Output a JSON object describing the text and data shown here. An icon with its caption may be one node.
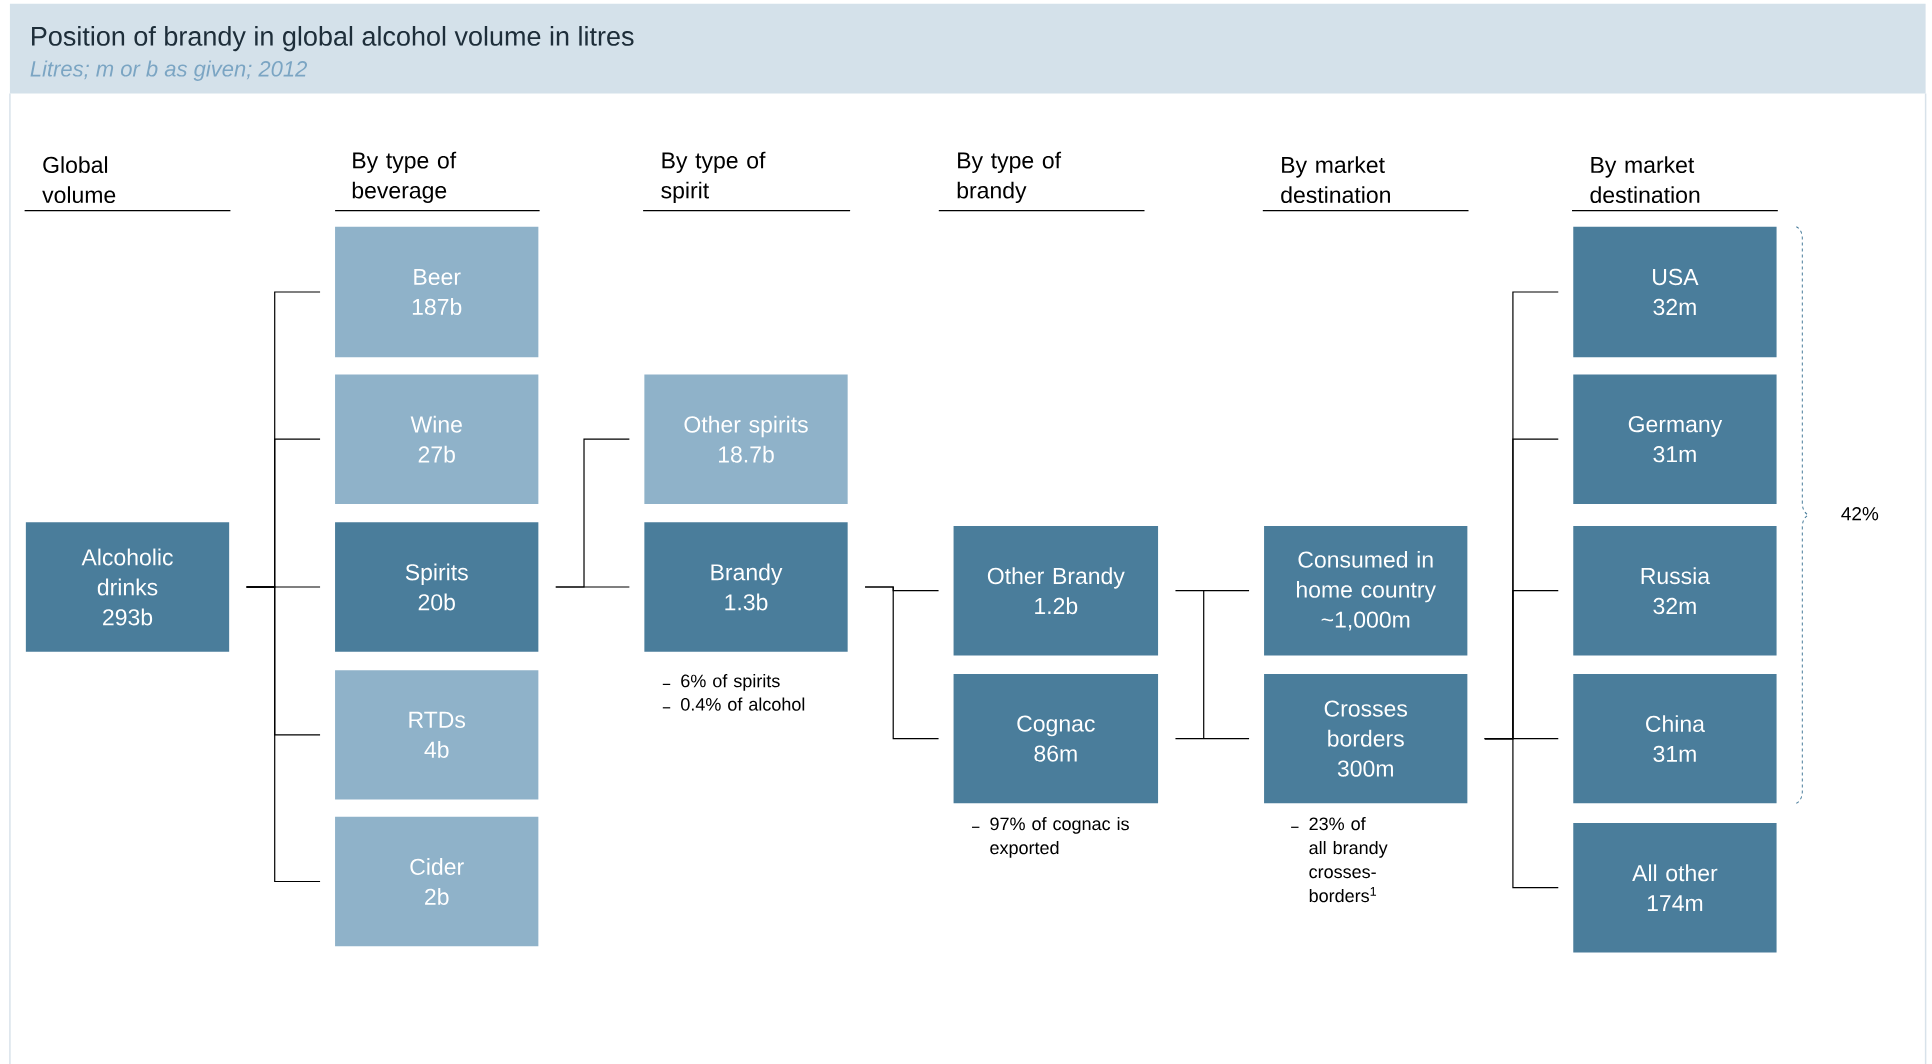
{
  "diagram": {
    "title": "Position of brandy in global alcohol volume in litres",
    "caption": "Litres; m or b as given; 2012",
    "nodes": [
      {
        "text": [
          "Alcoholic drinks",
          "293b"
        ]
      },
      {
        "text": [
          "Beer",
          "187b"
        ]
      },
      {
        "text": [
          "Wine",
          "27b"
        ]
      },
      {
        "text": [
          "Spirits",
          "20b"
        ]
      },
      {
        "text": [
          "RTDs",
          "4b"
        ]
      },
      {
        "text": [
          "Cider",
          "2b"
        ]
      },
      {
        "text": [
          "Other spirits",
          "18.7b"
        ]
      },
      {
        "text": [
          "Brandy",
          "1.3b"
        ],
        "beside": [
          "6% of spirits",
          "0.4% of alcohol"
        ]
      },
      {
        "text": [
          "Other Brandy",
          "1.2b"
        ]
      },
      {
        "text": [
          "Cognac",
          "86m"
        ],
        "beside": [
          "97% of cognac is exported"
        ]
      },
      {
        "text": [
          "Consumed in home country",
          "~1,000m"
        ]
      },
      {
        "text": [
          "Crosses borders",
          "300m"
        ],
        "beside": [
          "23% of all brandy crosses-borders$^{1}$"
        ]
      },
      {
        "text": [
          "USA",
          "32m"
        ]
      },
      {
        "text": [
          "Germany",
          "31m"
        ]
      },
      {
        "text": [
          "Russia",
          "32m"
        ]
      },
      {
        "text": [
          "China",
          "31m"
        ]
      },
      {
        "text": [
          "All other",
          "174m"
        ]
      }
    ],
    "edges": [
      {
        "from": 0,
        "to": 1,
        "arrow": "none"
      },
      {
        "from": 0,
        "to": 2,
        "arrow": "none"
      },
      {
        "from": 0,
        "to": 3,
        "arrow": "none"
      },
      {
        "from": 0,
        "to": 4,
        "arrow": "none"
      },
      {
        "from": 0,
        "to": 5,
        "arrow": "none"
      },
      {
        "from": 3,
        "to": 6,
        "arrow": "none"
      },
      {
        "from": 3,
        "to": 7,
        "arrow": "none"
      },
      {
        "from": 7,
        "to": 8,
        "arrow": "none"
      },
      {
        "from": 7,
        "to": 9,
        "arrow": "none"
      },
      {
        "from": 8,
        "to": 10,
        "arrow": "none"
      },
      {
        "from": 8,
        "to": 11,
        "arrow": "none"
      },
      {
        "from": 9,
        "to": 10,
        "arrow": "none"
      },
      {
        "from": 9,
        "to": 11,
        "arrow": "none"
      },
      {
        "from": 11,
        "to": 12,
        "arrow": "none"
      },
      {
        "from": 11,
        "to": 13,
        "arrow": "none"
      },
      {
        "from": 11,
        "to": 14,
        "arrow": "none"
      },
      {
        "from": 11,
        "to": 15,
        "arrow": "none"
      },
      {
        "from": 11,
        "to": 16,
        "arrow": "none"
      }
    ],
    "labels": [
      "Global volume",
      "By type of beverage",
      "By type of spirit",
      "By type of brandy",
      "By market destination",
      "By market destination",
      "42%"
    ]
  }
}
